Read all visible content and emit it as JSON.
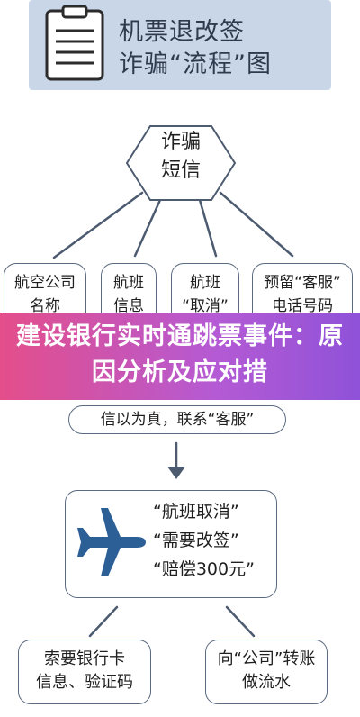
{
  "header": {
    "title_line1": "机票退改签",
    "title_line2": "诈骗“流程”图"
  },
  "start": {
    "line1": "诈骗",
    "line2": "短信"
  },
  "info_boxes": [
    {
      "line1": "航空公司",
      "line2": "名称"
    },
    {
      "line1": "航班",
      "line2": "信息"
    },
    {
      "line1": "航班",
      "line2": "“取消”"
    },
    {
      "line1": "预留“客服”",
      "line2": "电话号码"
    }
  ],
  "banner": {
    "text": "建设银行实时通跳票事件：原因分析及应对措"
  },
  "belief": {
    "text": "信以为真，联系“客服”"
  },
  "scam": {
    "line1": "“航班取消”",
    "line2": "“需要改签”",
    "line3": "“赔偿300元”"
  },
  "outcomes": [
    {
      "line1": "索要银行卡",
      "line2": "信息、验证码"
    },
    {
      "line1": "向“公司”转账",
      "line2": "做流水"
    }
  ],
  "colors": {
    "header_bg": "#c9d6e8",
    "plane": "#2b5f96",
    "banner_start": "#e44e8a",
    "banner_end": "#8f52d8"
  }
}
